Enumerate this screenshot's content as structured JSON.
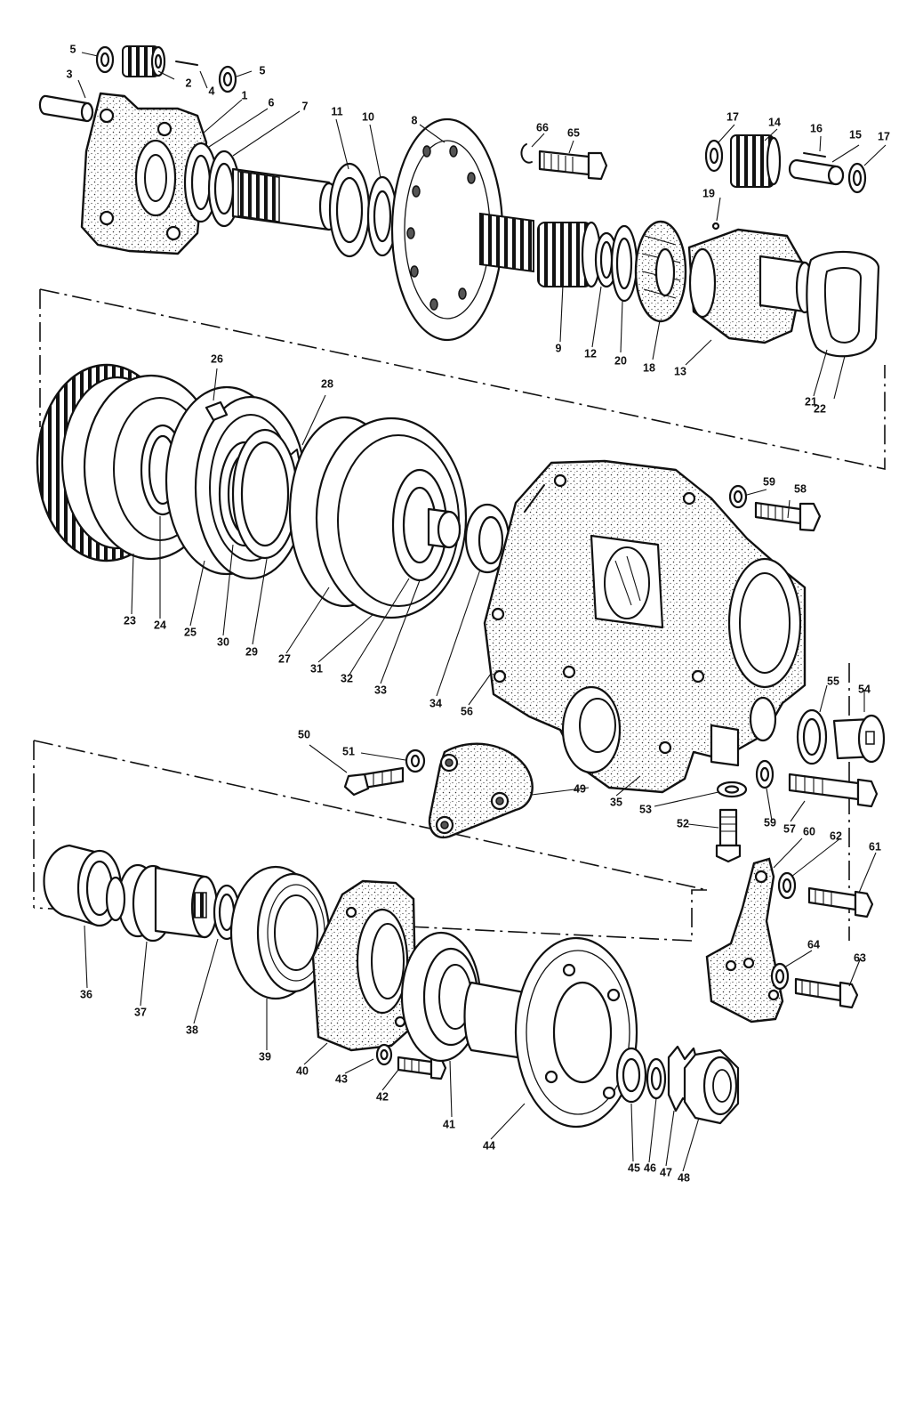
{
  "diagram": {
    "labels": [
      {
        "id": "1",
        "text": "1"
      },
      {
        "id": "2",
        "text": "2"
      },
      {
        "id": "3",
        "text": "3"
      },
      {
        "id": "4",
        "text": "4"
      },
      {
        "id": "5a",
        "text": "5"
      },
      {
        "id": "5b",
        "text": "5"
      },
      {
        "id": "6",
        "text": "6"
      },
      {
        "id": "7",
        "text": "7"
      },
      {
        "id": "8",
        "text": "8"
      },
      {
        "id": "9",
        "text": "9"
      },
      {
        "id": "10",
        "text": "10"
      },
      {
        "id": "11",
        "text": "11"
      },
      {
        "id": "12",
        "text": "12"
      },
      {
        "id": "13",
        "text": "13"
      },
      {
        "id": "14",
        "text": "14"
      },
      {
        "id": "15",
        "text": "15"
      },
      {
        "id": "16",
        "text": "16"
      },
      {
        "id": "17a",
        "text": "17"
      },
      {
        "id": "17b",
        "text": "17"
      },
      {
        "id": "18",
        "text": "18"
      },
      {
        "id": "19",
        "text": "19"
      },
      {
        "id": "20",
        "text": "20"
      },
      {
        "id": "21",
        "text": "21"
      },
      {
        "id": "22",
        "text": "22"
      },
      {
        "id": "23",
        "text": "23"
      },
      {
        "id": "24",
        "text": "24"
      },
      {
        "id": "25",
        "text": "25"
      },
      {
        "id": "26",
        "text": "26"
      },
      {
        "id": "27",
        "text": "27"
      },
      {
        "id": "28",
        "text": "28"
      },
      {
        "id": "29",
        "text": "29"
      },
      {
        "id": "30",
        "text": "30"
      },
      {
        "id": "31",
        "text": "31"
      },
      {
        "id": "32",
        "text": "32"
      },
      {
        "id": "33",
        "text": "33"
      },
      {
        "id": "34",
        "text": "34"
      },
      {
        "id": "35",
        "text": "35"
      },
      {
        "id": "36",
        "text": "36"
      },
      {
        "id": "37",
        "text": "37"
      },
      {
        "id": "38",
        "text": "38"
      },
      {
        "id": "39",
        "text": "39"
      },
      {
        "id": "40",
        "text": "40"
      },
      {
        "id": "41",
        "text": "41"
      },
      {
        "id": "42",
        "text": "42"
      },
      {
        "id": "43",
        "text": "43"
      },
      {
        "id": "44",
        "text": "44"
      },
      {
        "id": "45",
        "text": "45"
      },
      {
        "id": "46",
        "text": "46"
      },
      {
        "id": "47",
        "text": "47"
      },
      {
        "id": "48",
        "text": "48"
      },
      {
        "id": "49",
        "text": "49"
      },
      {
        "id": "50",
        "text": "50"
      },
      {
        "id": "51",
        "text": "51"
      },
      {
        "id": "52",
        "text": "52"
      },
      {
        "id": "53",
        "text": "53"
      },
      {
        "id": "54",
        "text": "54"
      },
      {
        "id": "55",
        "text": "55"
      },
      {
        "id": "56",
        "text": "56"
      },
      {
        "id": "57",
        "text": "57"
      },
      {
        "id": "58",
        "text": "58"
      },
      {
        "id": "59a",
        "text": "59"
      },
      {
        "id": "59b",
        "text": "59"
      },
      {
        "id": "60",
        "text": "60"
      },
      {
        "id": "61",
        "text": "61"
      },
      {
        "id": "62",
        "text": "62"
      },
      {
        "id": "63",
        "text": "63"
      },
      {
        "id": "64",
        "text": "64"
      },
      {
        "id": "65",
        "text": "65"
      },
      {
        "id": "66",
        "text": "66"
      }
    ]
  }
}
